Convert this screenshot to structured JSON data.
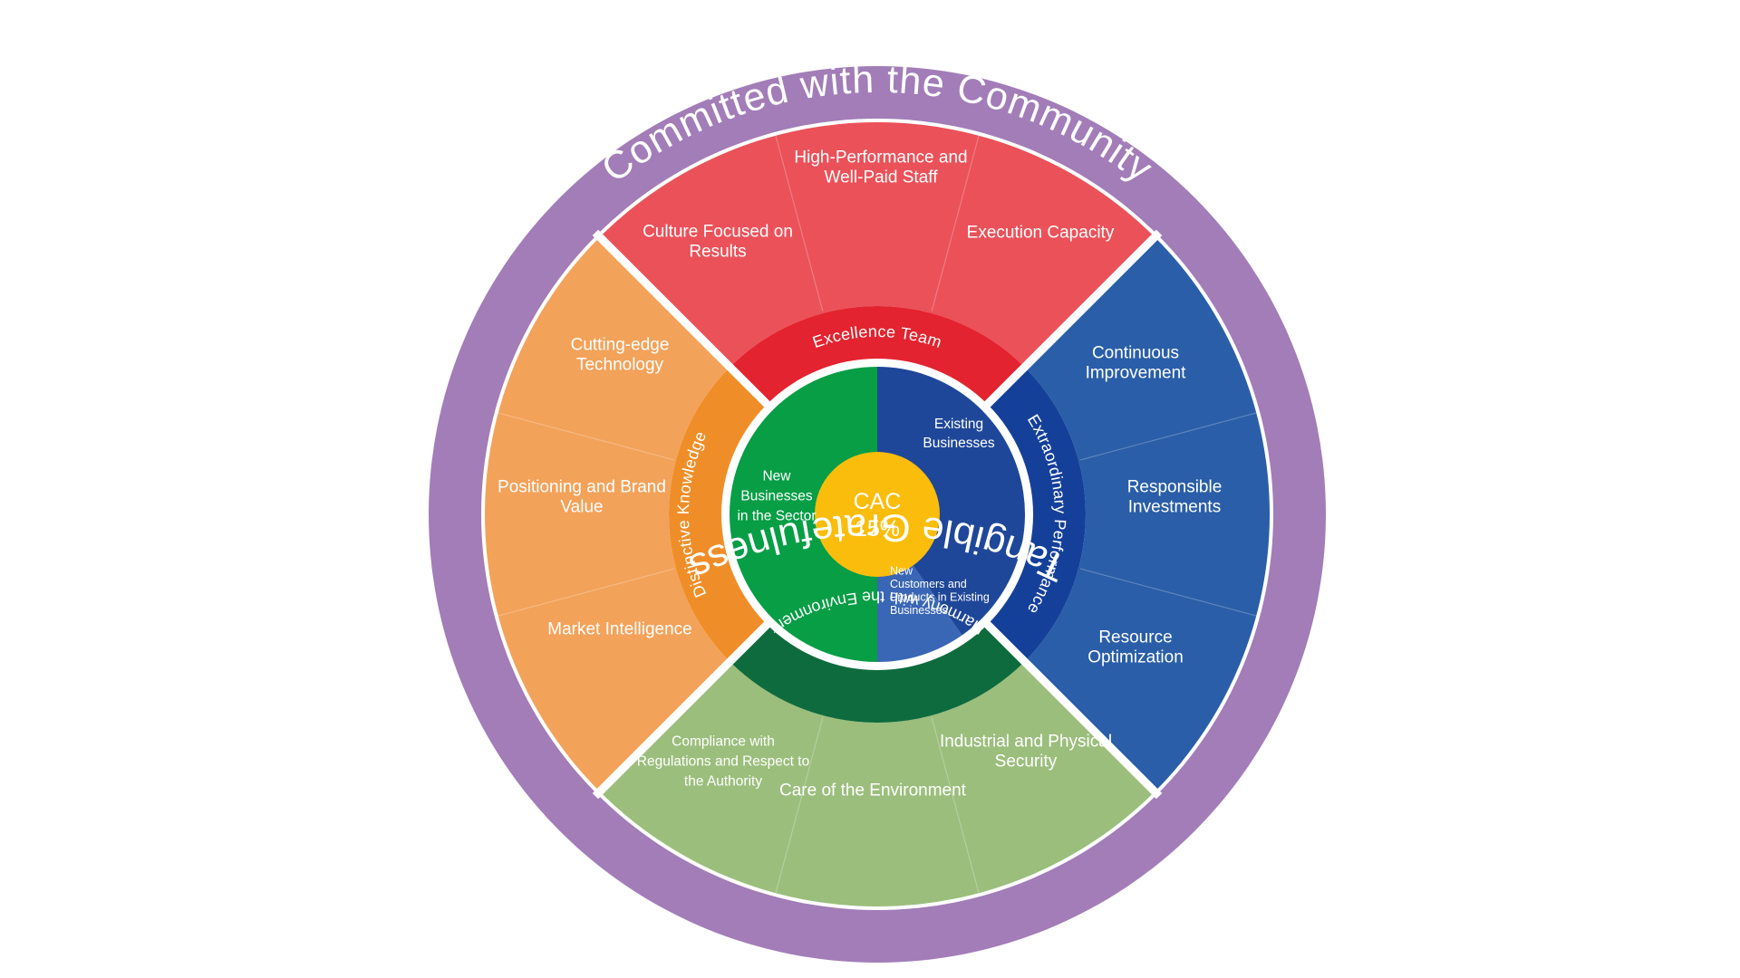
{
  "colors": {
    "outer_ring": "#A27DB8",
    "team_outer": "#EB5159",
    "team_band": "#E3232F",
    "knowledge_outer": "#F3A25A",
    "knowledge_band": "#EF8E28",
    "performance_outer": "#2A5EA8",
    "performance_band": "#15409A",
    "environment_outer": "#9BBE7C",
    "environment_band": "#0E6B3D",
    "core_green": "#079E45",
    "core_blue": "#1F4799",
    "core_light_blue": "#3966B5",
    "cac": "#FABD0B"
  },
  "outer_ring": {
    "top_label": "Committed with the Community",
    "bottom_label": "Tangible Gratefulness"
  },
  "pillars": {
    "team": {
      "band_label": "Excellence Team",
      "items": [
        "Culture Focused on|Results",
        "High-Performance and|Well-Paid Staff",
        "Execution Capacity"
      ]
    },
    "performance": {
      "band_label": "Extraordinary Performance",
      "items": [
        "Continuous|Improvement",
        "Responsible|Investments",
        "Resource|Optimization"
      ]
    },
    "environment": {
      "band_label": "Harmony with the Environment",
      "items": [
        "Compliance with|Regulations and Respect to|the Authority",
        "Care of the Environment",
        "Industrial and Physical|Security"
      ]
    },
    "knowledge": {
      "band_label": "Distinctive Knowledge",
      "items": [
        "Cutting-edge|Technology",
        "Positioning and Brand|Value",
        "Market Intelligence"
      ]
    }
  },
  "core": {
    "new_businesses": "New|Businesses|in the Sector",
    "existing_businesses": "Existing|Businesses",
    "new_customers": "New|Customers and|Products in Existing|Businesses",
    "cac_line1": "CAC",
    "cac_line2": "15%"
  }
}
